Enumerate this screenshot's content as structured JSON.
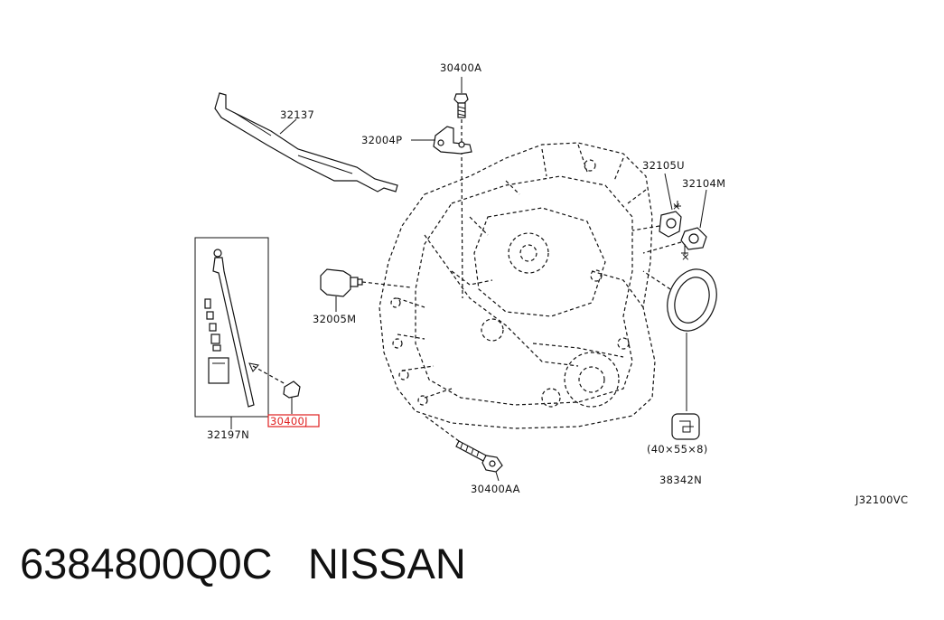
{
  "diagram": {
    "labels": {
      "l30400A": "30400A",
      "l32137": "32137",
      "l32004P": "32004P",
      "l32105U": "32105U",
      "l32104M": "32104M",
      "l32005M": "32005M",
      "l32197N": "32197N",
      "l30400J": "30400J",
      "l30400AA": "30400AA",
      "l38342N": "38342N",
      "seal_dims": "(40×55×8)",
      "ref_code": "J32100VC"
    },
    "highlight_color": "#e02020"
  },
  "caption": {
    "part_number": "6384800Q0C",
    "brand": "NISSAN"
  }
}
